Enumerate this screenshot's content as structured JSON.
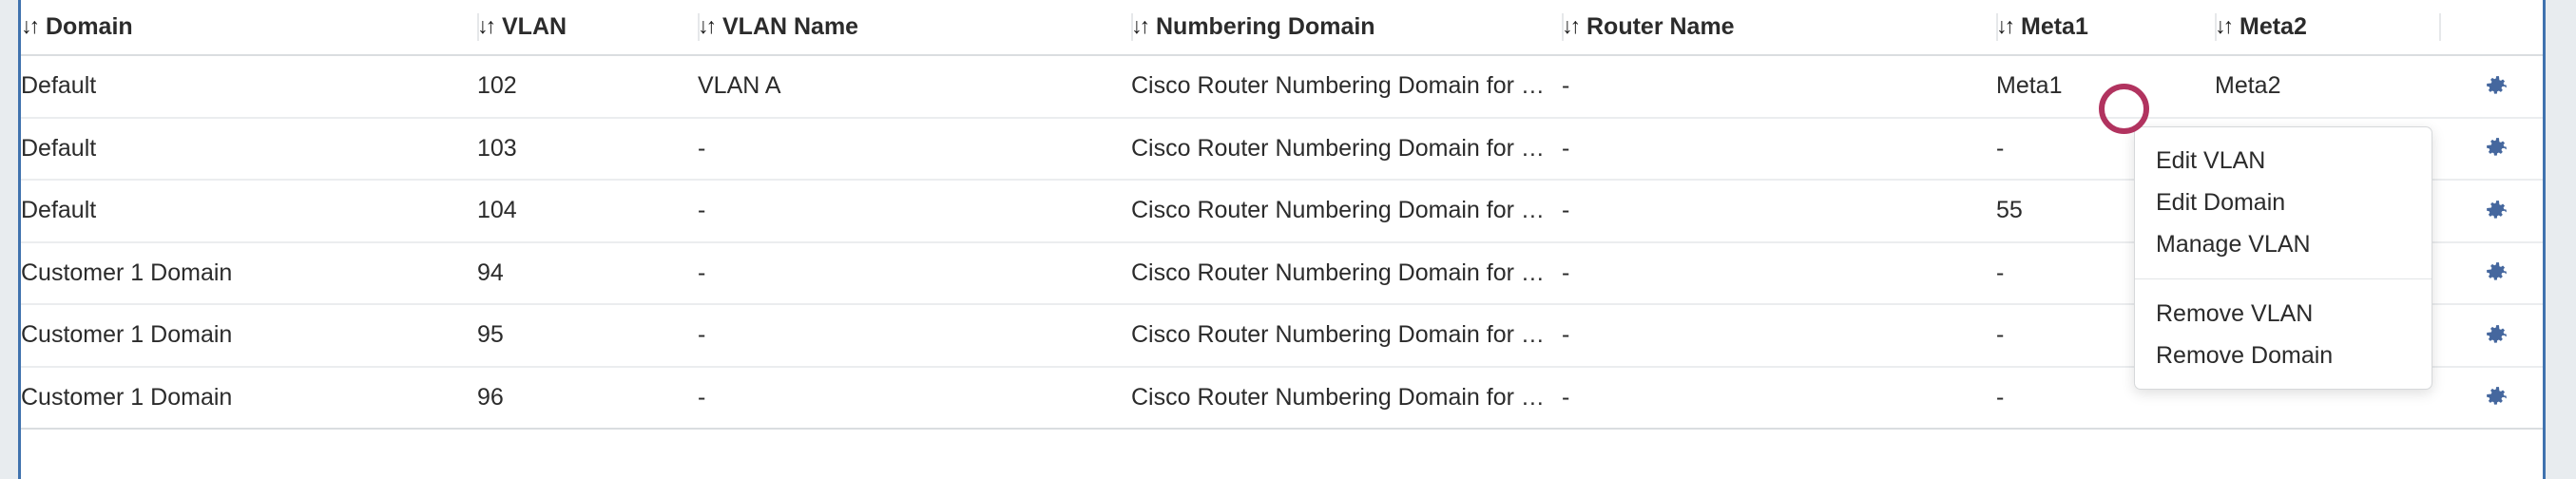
{
  "table": {
    "columns": [
      {
        "key": "domain",
        "label": "Domain",
        "sortable": true,
        "sort_icon": "sort-updown-icon"
      },
      {
        "key": "vlan",
        "label": "VLAN",
        "sortable": true,
        "sort_icon": "sort-updown-icon"
      },
      {
        "key": "vlan_name",
        "label": "VLAN Name",
        "sortable": true,
        "sort_icon": "sort-updown-icon"
      },
      {
        "key": "numbering_domain",
        "label": "Numbering Domain",
        "sortable": true,
        "sort_icon": "sort-updown-icon"
      },
      {
        "key": "router_name",
        "label": "Router Name",
        "sortable": true,
        "sort_icon": "sort-updown-icon"
      },
      {
        "key": "meta1",
        "label": "Meta1",
        "sortable": true,
        "sort_icon": "sort-updown-icon"
      },
      {
        "key": "meta2",
        "label": "Meta2",
        "sortable": true,
        "sort_icon": "sort-updown-icon"
      },
      {
        "key": "actions",
        "label": "",
        "sortable": false,
        "sort_icon": ""
      }
    ],
    "sort_glyph": "↓↑",
    "rows": [
      {
        "domain": "Default",
        "vlan": "102",
        "vlan_name": "VLAN A",
        "numbering_domain": "Cisco Router Numbering Domain for …",
        "router_name": "-",
        "meta1": "Meta1",
        "meta2": "Meta2",
        "action_icon": "gear-icon"
      },
      {
        "domain": "Default",
        "vlan": "103",
        "vlan_name": "-",
        "numbering_domain": "Cisco Router Numbering Domain for …",
        "router_name": "-",
        "meta1": "-",
        "meta2": "",
        "action_icon": "gear-icon"
      },
      {
        "domain": "Default",
        "vlan": "104",
        "vlan_name": "-",
        "numbering_domain": "Cisco Router Numbering Domain for …",
        "router_name": "-",
        "meta1": "55",
        "meta2": "",
        "action_icon": "gear-icon"
      },
      {
        "domain": "Customer 1 Domain",
        "vlan": "94",
        "vlan_name": "-",
        "numbering_domain": "Cisco Router Numbering Domain for …",
        "router_name": "-",
        "meta1": "-",
        "meta2": "",
        "action_icon": "gear-icon"
      },
      {
        "domain": "Customer 1 Domain",
        "vlan": "95",
        "vlan_name": "-",
        "numbering_domain": "Cisco Router Numbering Domain for …",
        "router_name": "-",
        "meta1": "-",
        "meta2": "",
        "action_icon": "gear-icon"
      },
      {
        "domain": "Customer 1 Domain",
        "vlan": "96",
        "vlan_name": "-",
        "numbering_domain": "Cisco Router Numbering Domain for …",
        "router_name": "-",
        "meta1": "-",
        "meta2": "",
        "action_icon": "gear-icon"
      }
    ]
  },
  "context_menu": {
    "visible": true,
    "groups": [
      {
        "items": [
          {
            "id": "edit-vlan",
            "label": "Edit VLAN"
          },
          {
            "id": "edit-domain",
            "label": "Edit Domain"
          },
          {
            "id": "manage-vlan",
            "label": "Manage VLAN"
          }
        ]
      },
      {
        "items": [
          {
            "id": "remove-vlan",
            "label": "Remove VLAN"
          },
          {
            "id": "remove-domain",
            "label": "Remove Domain"
          }
        ]
      }
    ]
  },
  "annotation": {
    "shape": "circle",
    "color": "#b1335f"
  },
  "colors": {
    "page_background": "#e8ecef",
    "panel_background": "#ffffff",
    "panel_border": "#4072ae",
    "text": "#2b2b2b",
    "header_rule": "#dadde0",
    "row_rule": "#ebedef",
    "gear": "#45679e",
    "annotation": "#b1335f"
  }
}
